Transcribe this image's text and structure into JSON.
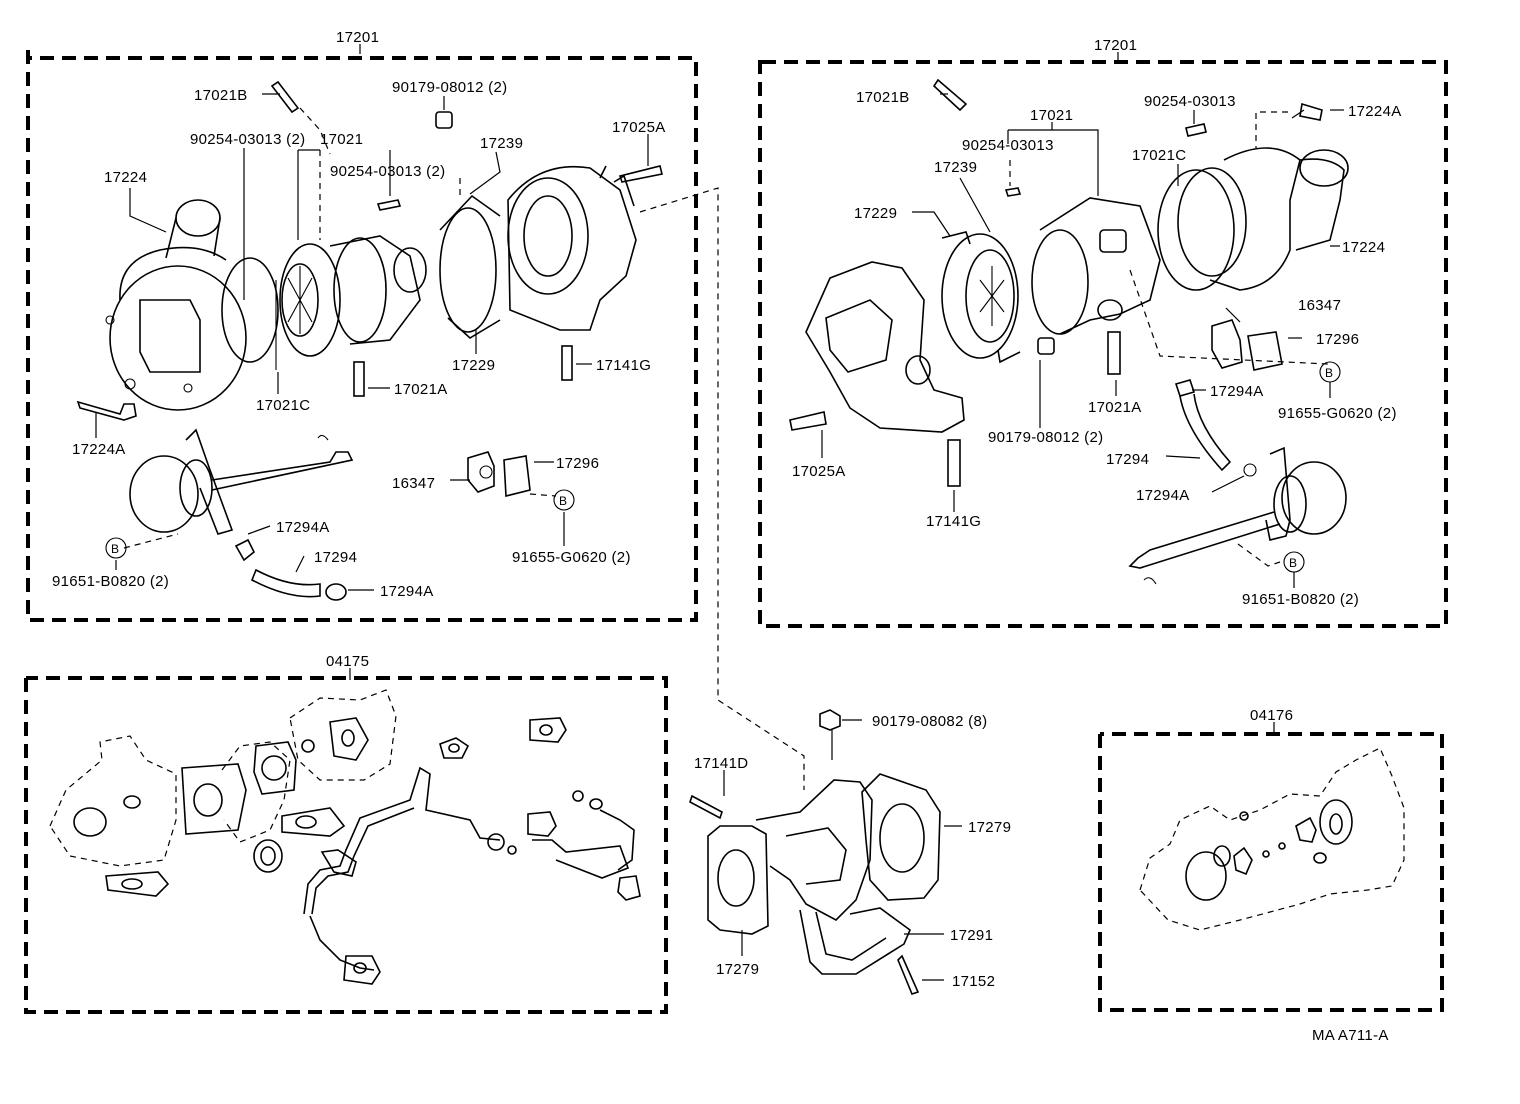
{
  "labels": {
    "l17201": "17201",
    "r17201": "17201",
    "g04175": "04175",
    "g04176": "04176",
    "ref": "MA A711-A",
    "l_17021B": "17021B",
    "l_90179_08012": "90179-08012 (2)",
    "l_17025A": "17025A",
    "l_90254_03013_2a": "90254-03013 (2)",
    "l_17021": "17021",
    "l_90254_03013_2b": "90254-03013 (2)",
    "l_17239": "17239",
    "l_17224": "17224",
    "l_17229": "17229",
    "l_17141G": "17141G",
    "l_17021C": "17021C",
    "l_17021A": "17021A",
    "l_17224A": "17224A",
    "l_17296": "17296",
    "l_16347": "16347",
    "l_17294A_1": "17294A",
    "l_17294": "17294",
    "l_17294A_2": "17294A",
    "l_B1": "B",
    "l_B2": "B",
    "l_91651": "91651-B0820 (2)",
    "l_91655": "91655-G0620 (2)",
    "r_17021B": "17021B",
    "r_90254_03013a": "90254-03013",
    "r_17224A": "17224A",
    "r_17021": "17021",
    "r_90254_03013b": "90254-03013",
    "r_17021C": "17021C",
    "r_17239": "17239",
    "r_17229": "17229",
    "r_17224": "17224",
    "r_16347": "16347",
    "r_17296": "17296",
    "r_17294A_1": "17294A",
    "r_B1": "B",
    "r_91655": "91655-G0620 (2)",
    "r_17021A": "17021A",
    "r_90179_08012": "90179-08012 (2)",
    "r_17294": "17294",
    "r_17294A_2": "17294A",
    "r_17025A": "17025A",
    "r_17141G": "17141G",
    "r_B2": "B",
    "r_91651": "91651-B0820 (2)",
    "m_90179_08082": "90179-08082 (8)",
    "m_17141D": "17141D",
    "m_17279a": "17279",
    "m_17279b": "17279",
    "m_17291": "17291",
    "m_17152": "17152"
  },
  "colors": {
    "ink": "#000000",
    "paper": "#ffffff"
  }
}
